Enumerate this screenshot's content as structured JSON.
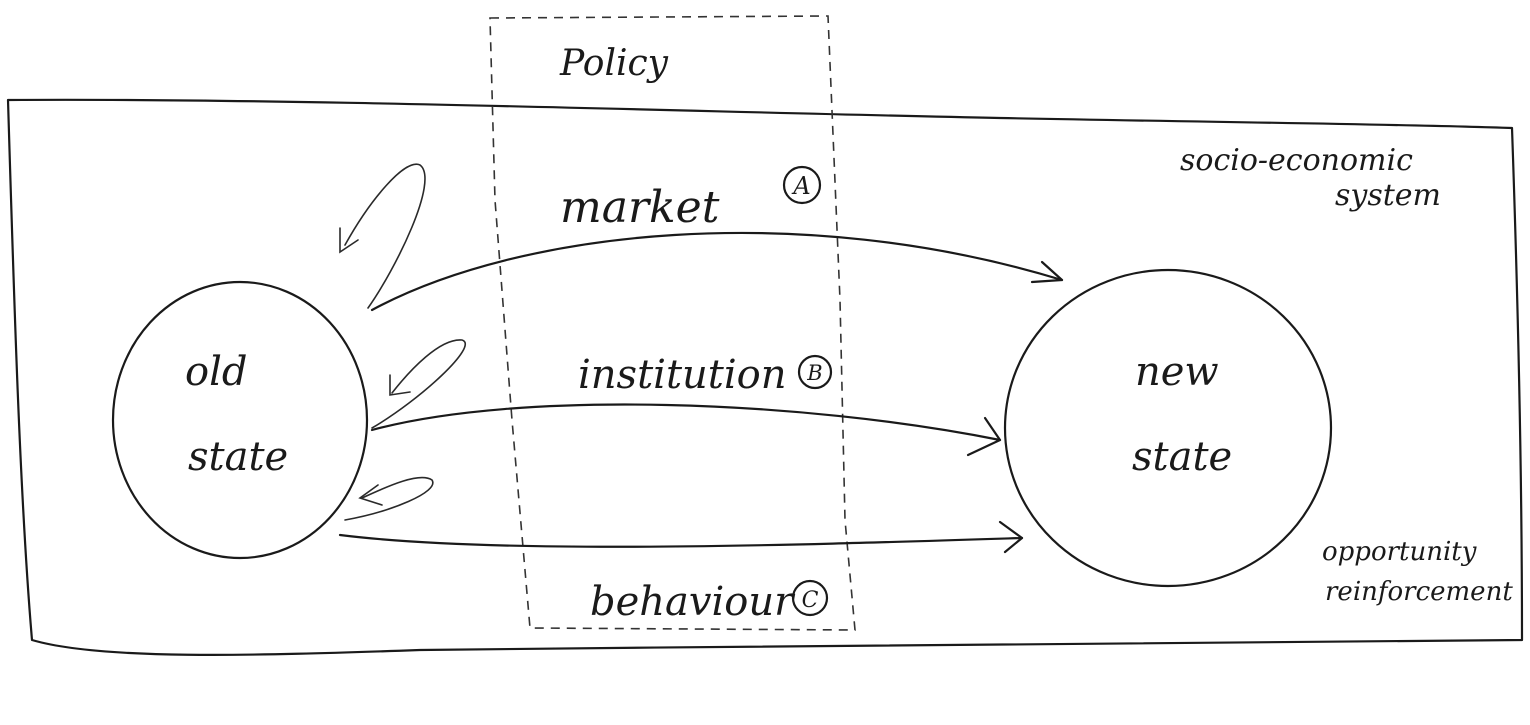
{
  "policy": {
    "label": "Policy"
  },
  "system": {
    "label_line1": "socio-economic",
    "label_line2": "system"
  },
  "old_state": {
    "line1": "old",
    "line2": "state"
  },
  "new_state": {
    "line1": "new",
    "line2": "state"
  },
  "pathways": [
    {
      "label": "market",
      "badge": "A"
    },
    {
      "label": "institution",
      "badge": "B"
    },
    {
      "label": "behaviour",
      "badge": "C"
    }
  ],
  "feedback": {
    "line1": "opportunity",
    "line2": "reinforcement"
  }
}
